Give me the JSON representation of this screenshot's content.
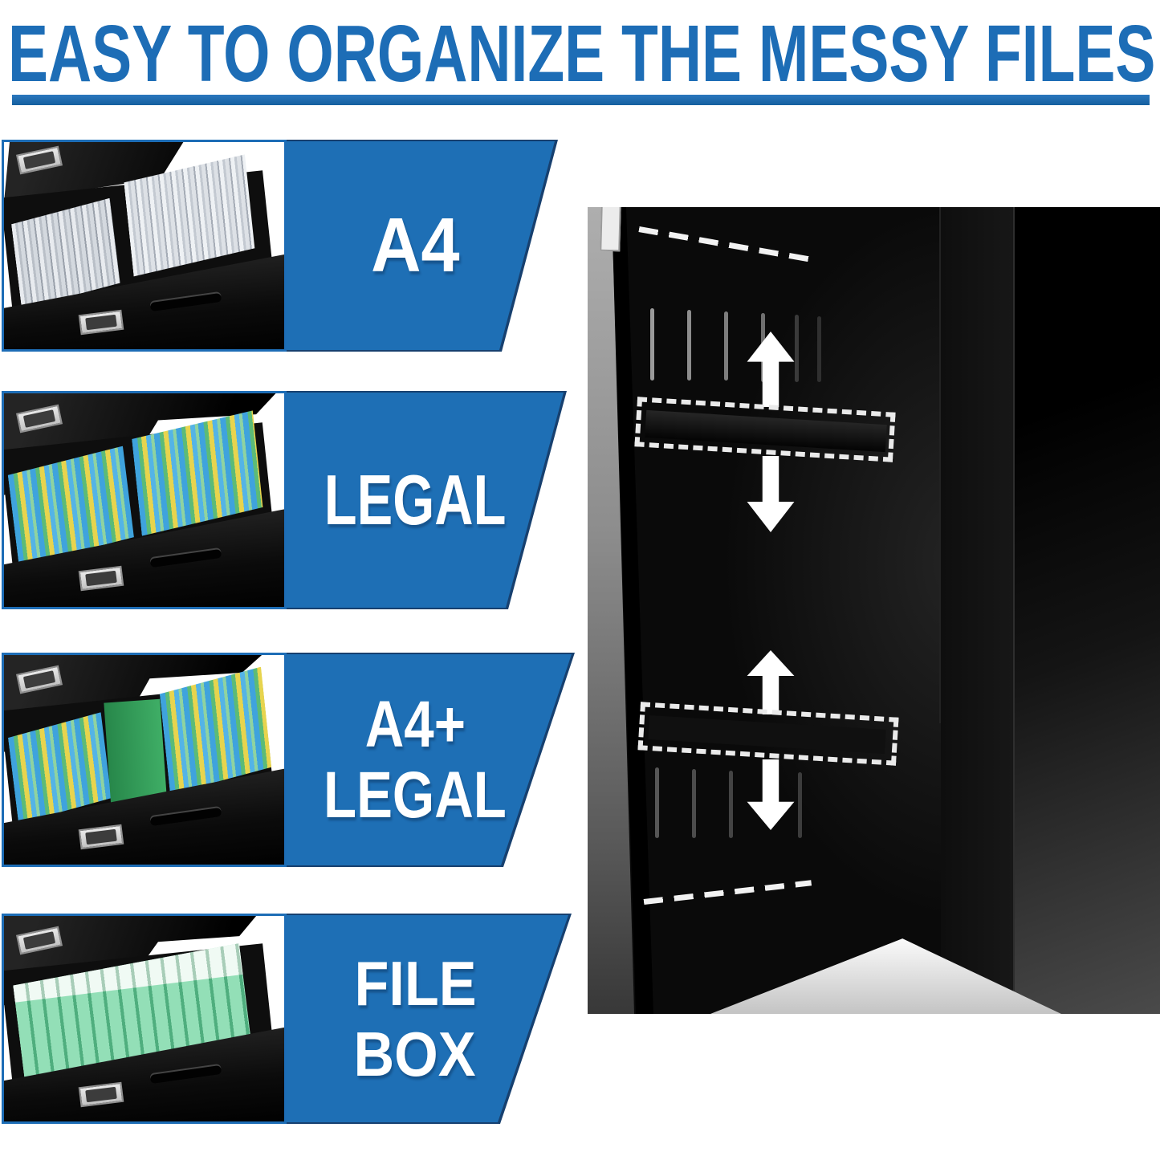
{
  "page": {
    "title": "EASY TO ORGANIZE THE MESSY FILES"
  },
  "colors": {
    "accent_blue": "#1d6db6",
    "tag_outline_navy": "#17406f",
    "label_text": "#ffffff",
    "cabinet_black": "#0a0a0a",
    "highlight_white": "#ffffff"
  },
  "sections": [
    {
      "label_lines": [
        "A4"
      ],
      "photo": "a4-hanging-files-drawer-photo"
    },
    {
      "label_lines": [
        "LEGAL"
      ],
      "photo": "legal-hanging-files-drawer-photo"
    },
    {
      "label_lines": [
        "A4+",
        "LEGAL"
      ],
      "photo": "a4-plus-legal-files-drawer-photo"
    },
    {
      "label_lines": [
        "FILE",
        "BOX"
      ],
      "photo": "file-box-drawer-photo"
    }
  ],
  "right_panel": {
    "photo": "cabinet-interior-adjustable-shelf-photo",
    "annotations": [
      "up-arrow",
      "dashed-shelf-highlight",
      "down-arrow",
      "up-arrow",
      "dashed-shelf-highlight",
      "down-arrow"
    ]
  }
}
